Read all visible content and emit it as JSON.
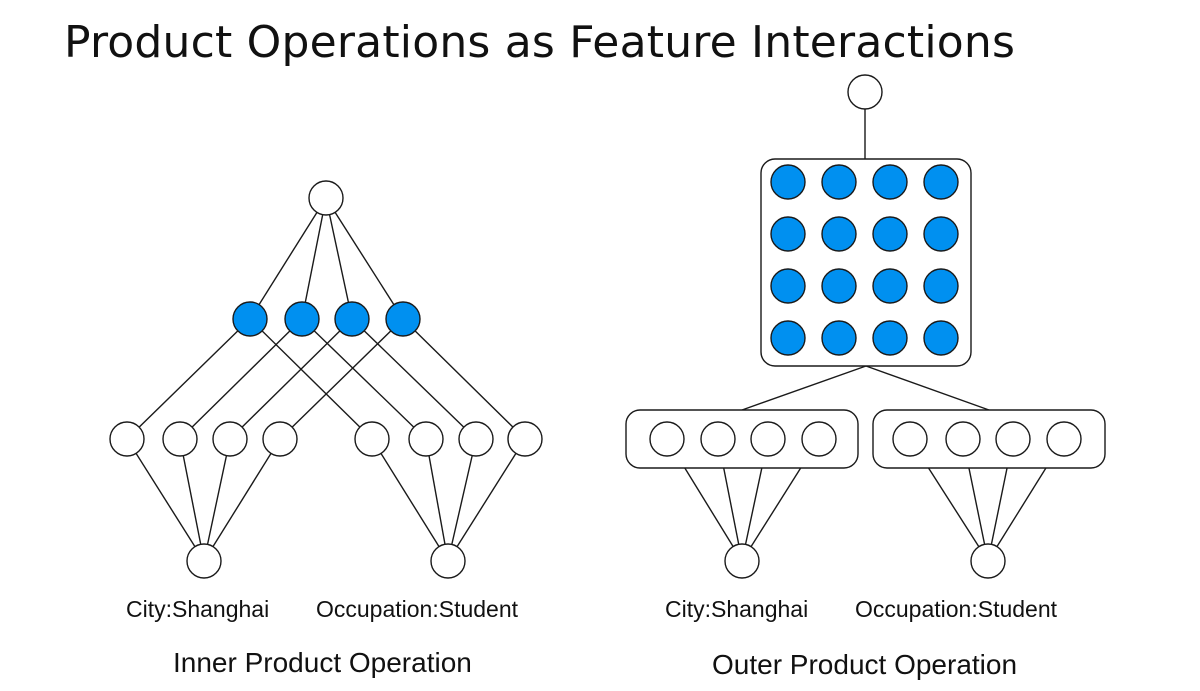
{
  "title": "Product Operations as Feature Interactions",
  "colors": {
    "filled_node": "#0090f0",
    "empty_node": "#ffffff",
    "stroke": "#1a1a1a"
  },
  "inner": {
    "caption": "Inner Product Operation",
    "field_labels": [
      "City:Shanghai",
      "Occupation:Student"
    ]
  },
  "outer": {
    "caption": "Outer Product Operation",
    "field_labels": [
      "City:Shanghai",
      "Occupation:Student"
    ]
  }
}
